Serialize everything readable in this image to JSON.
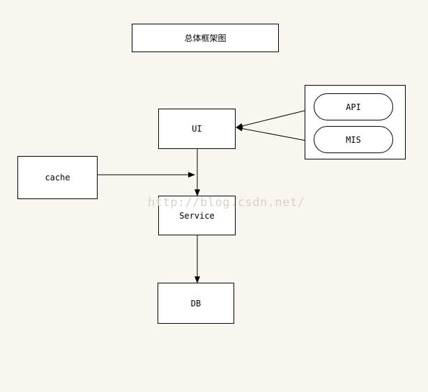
{
  "diagram": {
    "title": "总体框架图",
    "nodes": {
      "ui": "UI",
      "cache": "cache",
      "service": "Service",
      "db": "DB",
      "api": "API",
      "mis": "MIS"
    },
    "edges": [
      {
        "from": "api",
        "to": "ui"
      },
      {
        "from": "mis",
        "to": "ui"
      },
      {
        "from": "ui",
        "to": "service"
      },
      {
        "from": "cache",
        "to": "service"
      },
      {
        "from": "service",
        "to": "db"
      }
    ]
  },
  "watermark": "http://blog.csdn.net/"
}
